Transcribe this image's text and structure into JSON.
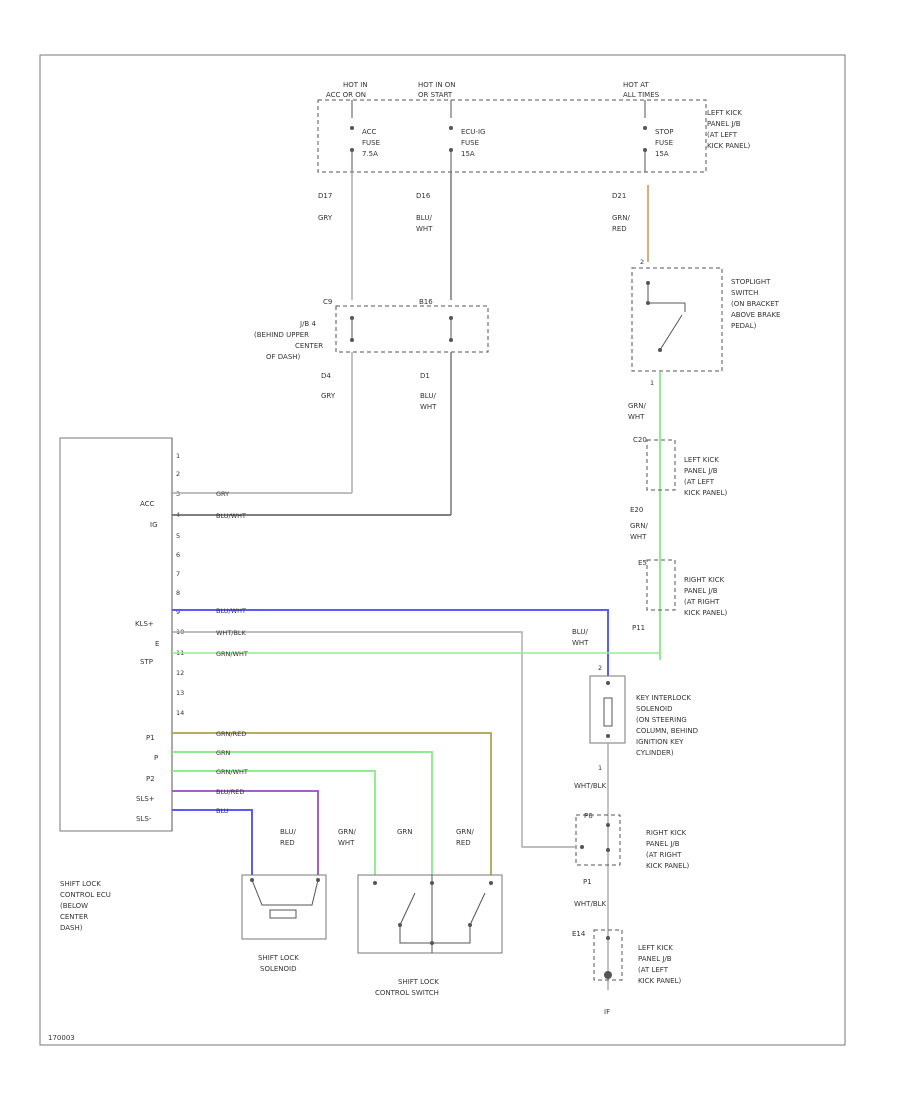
{
  "power": {
    "hot_a": [
      "HOT IN",
      "ACC OR ON"
    ],
    "hot_b": [
      "HOT IN ON",
      "OR START"
    ],
    "hot_c": [
      "HOT AT",
      "ALL TIMES"
    ],
    "panel_label": [
      "LEFT KICK",
      "PANEL J/B",
      "(AT LEFT",
      "KICK PANEL)"
    ]
  },
  "fuses": {
    "acc": [
      "ACC",
      "FUSE",
      "7.5A"
    ],
    "ecu_ig": [
      "ECU-IG",
      "FUSE",
      "15A"
    ],
    "stop": [
      "STOP",
      "FUSE",
      "15A"
    ]
  },
  "pins": {
    "d17": "D17",
    "d16": "D16",
    "d21": "D21",
    "c9": "C9",
    "b16": "B16",
    "d4": "D4",
    "d1": "D1",
    "stop_1": "1",
    "stop_2": "2",
    "c20": "C20",
    "e20": "E20",
    "e5": "E5",
    "p11": "P11",
    "key_2": "2",
    "key_1": "1",
    "p6": "P6",
    "p1": "P1",
    "e14": "E14"
  },
  "wires": {
    "gry": "GRY",
    "blu_wht": [
      "BLU/",
      "WHT"
    ],
    "grn_red": [
      "GRN/",
      "RED"
    ],
    "grn_wht": [
      "GRN/",
      "WHT"
    ],
    "grn": "GRN",
    "blu_red": [
      "BLU/",
      "RED"
    ],
    "wht_blk": "WHT/BLK"
  },
  "jb4": [
    "J/B 4",
    "(BEHIND UPPER",
    "CENTER",
    "OF DASH)"
  ],
  "stoplight": [
    "STOPLIGHT",
    "SWITCH",
    "(ON BRACKET",
    "ABOVE BRAKE",
    "PEDAL)"
  ],
  "left_kick_1": [
    "LEFT KICK",
    "PANEL J/B",
    "(AT LEFT",
    "KICK PANEL)"
  ],
  "right_kick_1": [
    "RIGHT KICK",
    "PANEL J/B",
    "(AT RIGHT",
    "KICK PANEL)"
  ],
  "key_interlock": [
    "KEY INTERLOCK",
    "SOLENOID",
    "(ON STEERING",
    "COLUMN, BEHIND",
    "IGNITION KEY",
    "CYLINDER)"
  ],
  "right_kick_2": [
    "RIGHT KICK",
    "PANEL J/B",
    "(AT RIGHT",
    "KICK PANEL)"
  ],
  "left_kick_2": [
    "LEFT KICK",
    "PANEL J/B",
    "(AT LEFT",
    "KICK PANEL)"
  ],
  "ecu": {
    "pin_nums": [
      "1",
      "2",
      "3",
      "4",
      "5",
      "6",
      "7",
      "8",
      "9",
      "10",
      "11",
      "12",
      "13",
      "14"
    ],
    "acc": "ACC",
    "ig": "IG",
    "kls": "KLS+",
    "e": "E",
    "stp": "STP",
    "p1": "P1",
    "p": "P",
    "p2": "P2",
    "sls_plus": "SLS+",
    "sls_minus": "SLS-",
    "label": [
      "SHIFT LOCK",
      "CONTROL ECU",
      "(BELOW",
      "CENTER",
      "DASH)"
    ]
  },
  "ecu_wire_labels": {
    "w3": "GRY",
    "w4": "BLU/WHT",
    "w9": "BLU/WHT",
    "w10": "WHT/BLK",
    "w11": "GRN/WHT",
    "wp1": "GRN/RED",
    "wp": "GRN",
    "wp2": "GRN/WHT",
    "wsls_p": "BLU/RED",
    "wsls_m": "BLU"
  },
  "bottom_wires": {
    "blu_red": [
      "BLU/",
      "RED"
    ],
    "grn_wht": [
      "GRN/",
      "WHT"
    ],
    "grn": "GRN",
    "grn_red": [
      "GRN/",
      "RED"
    ]
  },
  "kls_wire": [
    "BLU/",
    "WHT"
  ],
  "solenoid_label": [
    "SHIFT LOCK",
    "SOLENOID"
  ],
  "switch_label": [
    "SHIFT LOCK",
    "CONTROL SWITCH"
  ],
  "ground_label": "IF",
  "figure_id": "170003",
  "colors": {
    "gray": "#a9a9a9",
    "dark": "#6e6e6e",
    "blue": "#5a5aff",
    "green": "#90ee90",
    "orange": "#d2b07a",
    "purple": "#a25fc9",
    "olive": "#b7ad5e"
  }
}
